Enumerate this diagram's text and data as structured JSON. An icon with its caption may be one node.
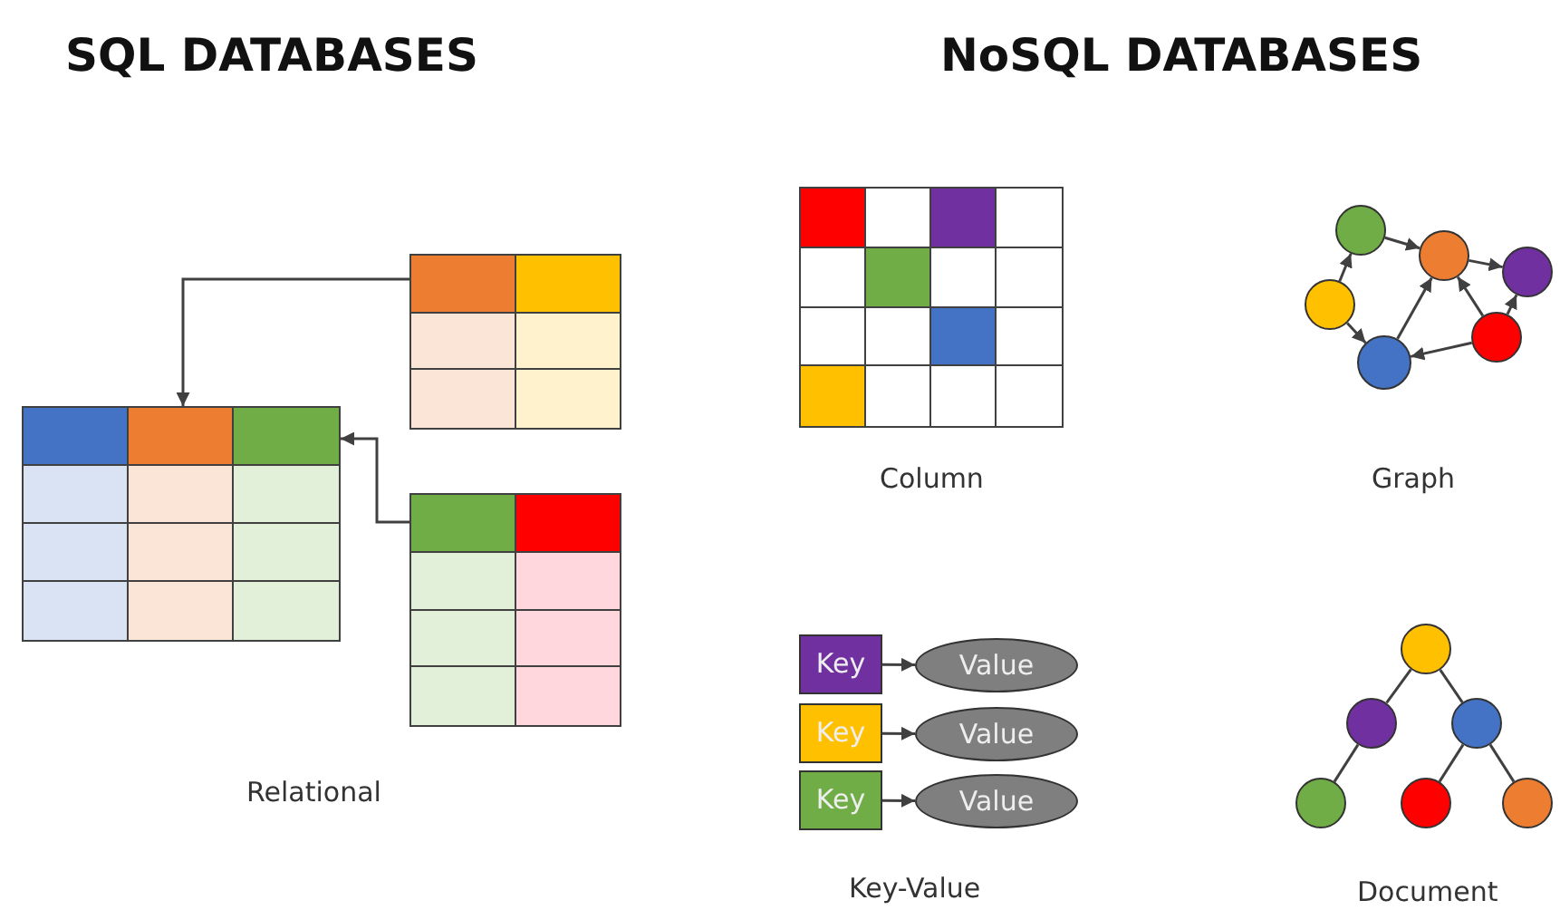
{
  "diagram": {
    "nodes": [
      {
        "text": [],
        "shape": "box"
      },
      {
        "text": [],
        "shape": "box"
      },
      {
        "text": [],
        "shape": "box"
      },
      {
        "text": [
          "Key"
        ]
      },
      {
        "text": [
          "Value"
        ]
      },
      {
        "text": [
          "Key"
        ]
      },
      {
        "text": [
          "Value"
        ]
      },
      {
        "text": [
          "Key"
        ]
      },
      {
        "text": [
          "Value"
        ]
      },
      {
        "text": [],
        "shape": "circle"
      },
      {
        "text": [],
        "shape": "circle"
      },
      {
        "text": [],
        "shape": "circle"
      },
      {
        "text": [],
        "shape": "circle"
      },
      {
        "text": [],
        "shape": "circle"
      },
      {
        "text": [],
        "shape": "circle"
      },
      {
        "text": [],
        "shape": "circle"
      },
      {
        "text": [],
        "shape": "circle"
      },
      {
        "text": [],
        "shape": "circle"
      },
      {
        "text": [],
        "shape": "circle"
      },
      {
        "text": [],
        "shape": "circle"
      },
      {
        "text": [],
        "shape": "circle"
      }
    ],
    "edges": [
      {
        "from": 1,
        "to": 0,
        "arrow": "to"
      },
      {
        "from": 2,
        "to": 0,
        "arrow": "to"
      },
      {
        "from": 3,
        "to": 4,
        "arrow": "to"
      },
      {
        "from": 5,
        "to": 6,
        "arrow": "to"
      },
      {
        "from": 7,
        "to": 8,
        "arrow": "to"
      },
      {
        "from": 9,
        "to": 10,
        "arrow": "to"
      },
      {
        "from": 12,
        "to": 9,
        "arrow": "to"
      },
      {
        "from": 12,
        "to": 14,
        "arrow": "to"
      },
      {
        "from": 14,
        "to": 10,
        "arrow": "to"
      },
      {
        "from": 13,
        "to": 14,
        "arrow": "to"
      },
      {
        "from": 13,
        "to": 10,
        "arrow": "to"
      },
      {
        "from": 10,
        "to": 11,
        "arrow": "to"
      },
      {
        "from": 13,
        "to": 11,
        "arrow": "to"
      },
      {
        "from": 15,
        "to": 16,
        "arrow": "none"
      },
      {
        "from": 15,
        "to": 17,
        "arrow": "none"
      },
      {
        "from": 16,
        "to": 18,
        "arrow": "none"
      },
      {
        "from": 17,
        "to": 19,
        "arrow": "none"
      },
      {
        "from": 17,
        "to": 20,
        "arrow": "none"
      }
    ],
    "labels": [
      "SQL DATABASES",
      "NoSQL DATABASES",
      "Column",
      "Graph",
      "Relational",
      "Key-Value",
      "Document"
    ]
  }
}
